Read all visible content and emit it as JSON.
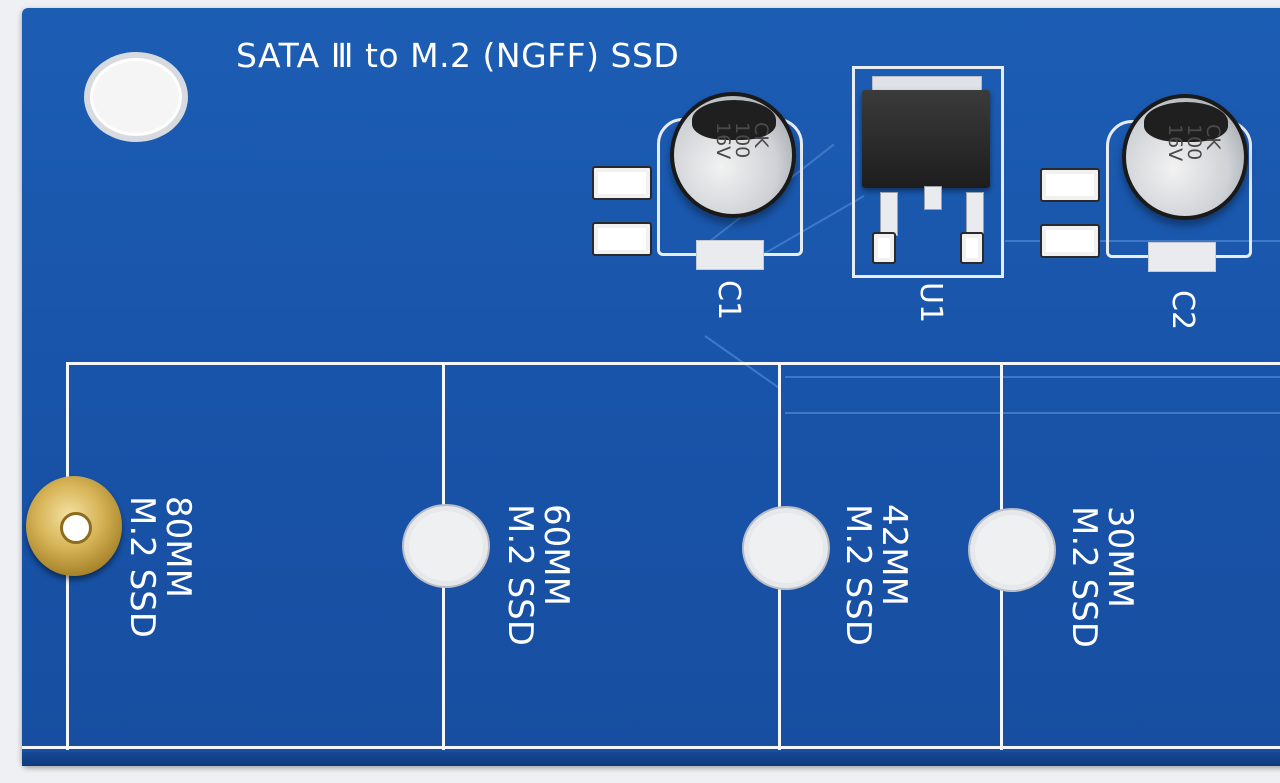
{
  "board": {
    "title": "SATA Ⅲ to M.2 (NGFF) SSD",
    "refs": {
      "c1": "C1",
      "u1": "U1",
      "c2": "C2"
    },
    "capacitor_marking": {
      "line1": "CK",
      "line2": "100",
      "line3": "16V"
    },
    "slots": [
      {
        "size": "80MM",
        "type": "M.2 SSD"
      },
      {
        "size": "60MM",
        "type": "M.2 SSD"
      },
      {
        "size": "42MM",
        "type": "M.2 SSD"
      },
      {
        "size": "30MM",
        "type": "M.2 SSD"
      }
    ]
  },
  "colors": {
    "pcb": "#1c5db4",
    "silkscreen": "#ffffff",
    "brass": "#d7b458"
  }
}
